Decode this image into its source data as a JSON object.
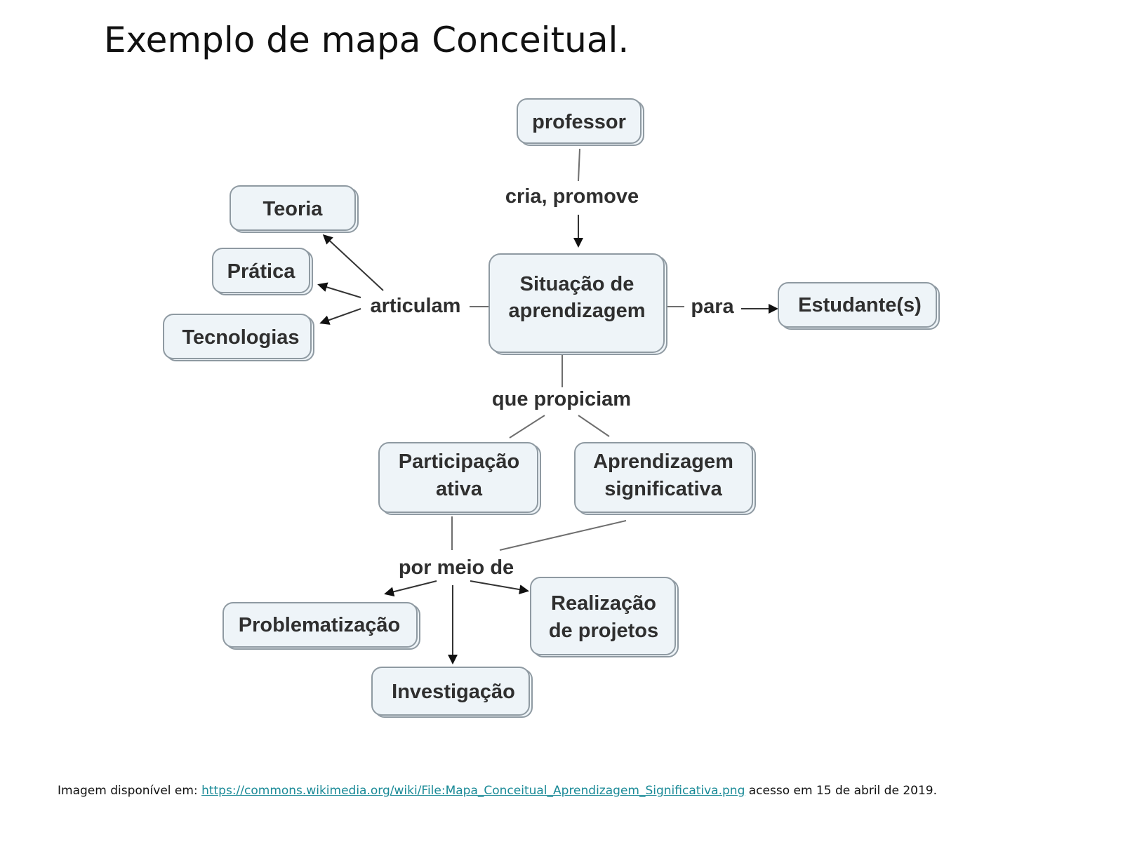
{
  "title": "Exemplo de mapa Conceitual.",
  "diagram": {
    "nodes": {
      "professor": [
        "professor"
      ],
      "situacao": [
        "Situação de",
        "aprendizagem"
      ],
      "teoria": [
        "Teoria"
      ],
      "pratica": [
        "Prática"
      ],
      "tecnologias": [
        "Tecnologias"
      ],
      "estudante": [
        "Estudante(s)"
      ],
      "participacao": [
        "Participação",
        "ativa"
      ],
      "aprendizagem": [
        "Aprendizagem",
        "significativa"
      ],
      "problematizacao": [
        "Problematização"
      ],
      "investigacao": [
        "Investigação"
      ],
      "realizacao": [
        "Realização",
        "de projetos"
      ]
    },
    "links": {
      "cria_promove": "cria, promove",
      "articulam": "articulam",
      "para": "para",
      "que_propiciam": "que propiciam",
      "por_meio_de": "por meio de"
    },
    "colors": {
      "node_fill": "#eef4f8",
      "node_border": "#8f9aa2",
      "text": "#2f2f2f"
    }
  },
  "caption": {
    "prefix": "Imagem disponível em:",
    "link": "https://commons.wikimedia.org/wiki/File:Mapa_Conceitual_Aprendizagem_Significativa.png",
    "suffix": "acesso em 15 de abril de 2019.",
    "link_color": "#1a8a97"
  }
}
